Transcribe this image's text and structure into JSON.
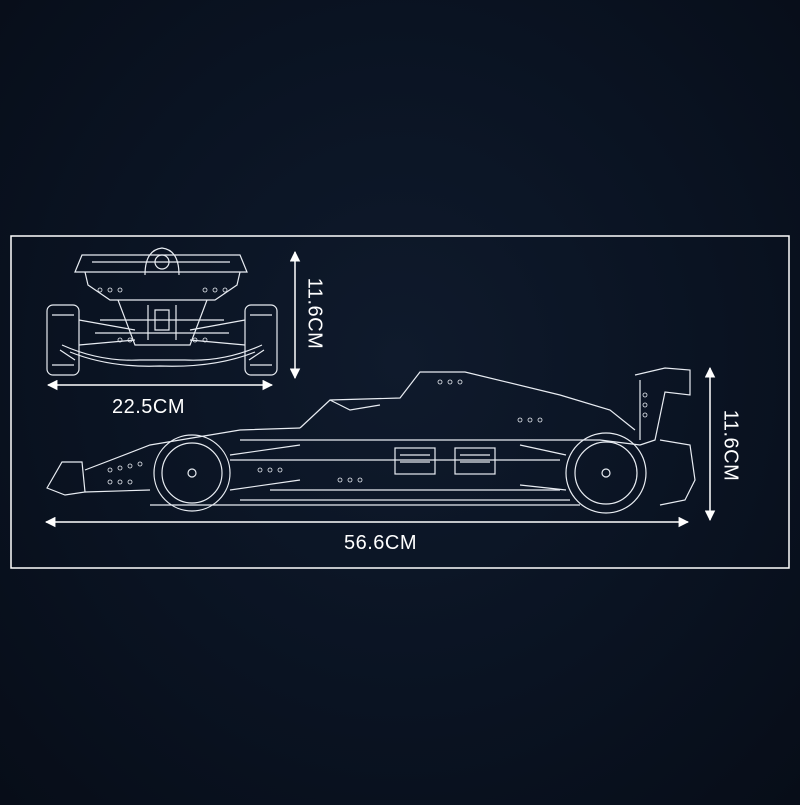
{
  "front_view": {
    "width_label": "22.5CM",
    "height_label": "11.6CM"
  },
  "side_view": {
    "length_label": "56.6CM",
    "height_label": "11.6CM"
  },
  "colors": {
    "background": "#0a1322",
    "line": "#ffffff"
  }
}
